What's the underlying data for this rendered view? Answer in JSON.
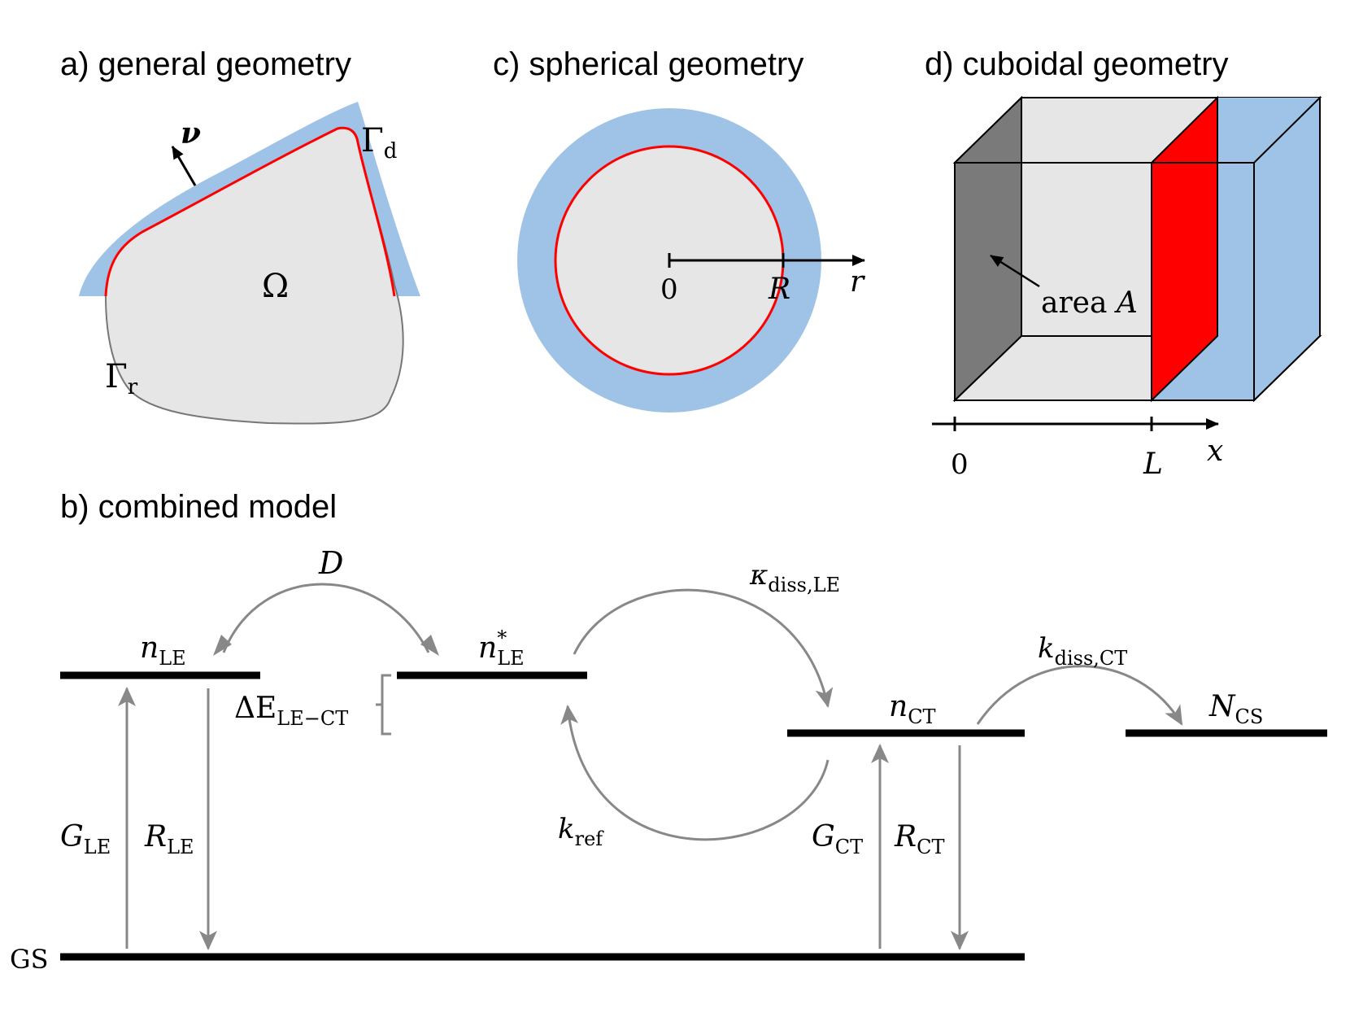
{
  "titles": {
    "a": "a) general geometry",
    "b": "b) combined model",
    "c": "c) spherical geometry",
    "d": "d) cuboidal geometry"
  },
  "general": {
    "normal": "ν",
    "omega": "Ω",
    "gamma": "Γ",
    "gamma_d_sub": "d",
    "gamma_r_sub": "r"
  },
  "spherical": {
    "origin": "0",
    "radius": "R",
    "axis": "r"
  },
  "cuboidal": {
    "area_text": "area",
    "area_var": "A",
    "origin": "0",
    "length": "L",
    "axis": "x"
  },
  "model": {
    "levels": {
      "n_le": {
        "sym": "n",
        "sub": "LE"
      },
      "n_le_star": {
        "sym": "n",
        "sup": "*",
        "sub": "LE"
      },
      "n_ct": {
        "sym": "n",
        "sub": "CT"
      },
      "n_cs": {
        "sym": "N",
        "sub": "CS"
      },
      "gs": "GS"
    },
    "rates": {
      "diffusion": "D",
      "kappa_diss_le": {
        "sym": "κ",
        "sub": "diss,LE"
      },
      "k_diss_ct": {
        "sym": "k",
        "sub": "diss,CT"
      },
      "k_ref": {
        "sym": "k",
        "sub": "ref"
      },
      "g_le": {
        "sym": "G",
        "sub": "LE"
      },
      "r_le": {
        "sym": "R",
        "sub": "LE"
      },
      "g_ct": {
        "sym": "G",
        "sub": "CT"
      },
      "r_ct": {
        "sym": "R",
        "sub": "CT"
      },
      "delta_e": {
        "sym": "ΔE",
        "sub": "LE−CT"
      }
    }
  },
  "colors": {
    "bulk": "#e6e6e6",
    "interface": "#ff0000",
    "shell": "#9fc3e6",
    "electrode": "#7a7a7a",
    "arrow_gray": "#888888",
    "level": "#000000"
  }
}
